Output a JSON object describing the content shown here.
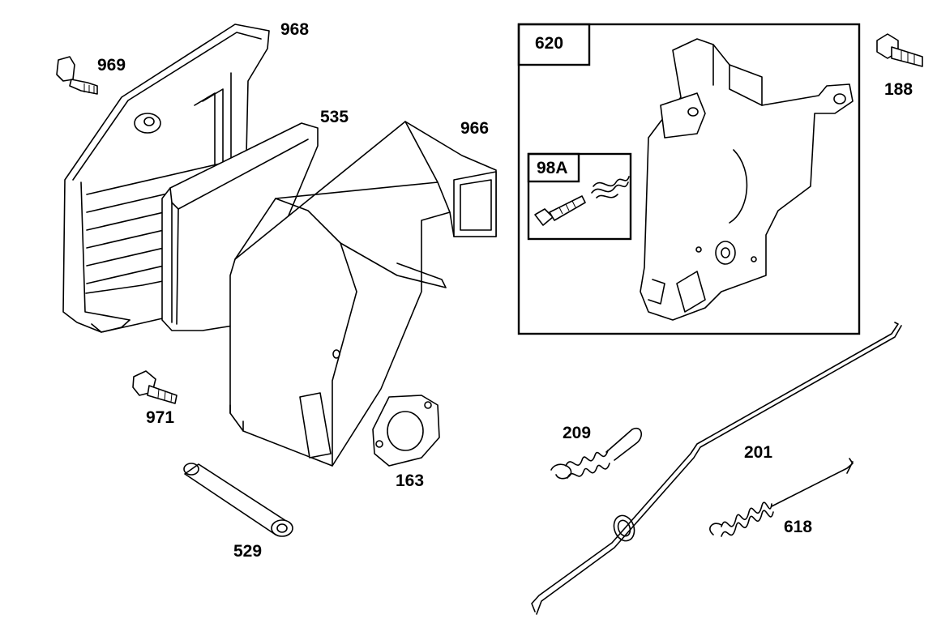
{
  "diagram": {
    "parts": {
      "p969": "969",
      "p968": "968",
      "p535": "535",
      "p966": "966",
      "p620": "620",
      "p98A": "98A",
      "p188": "188",
      "p971": "971",
      "p163": "163",
      "p529": "529",
      "p209": "209",
      "p201": "201",
      "p618": "618"
    }
  }
}
